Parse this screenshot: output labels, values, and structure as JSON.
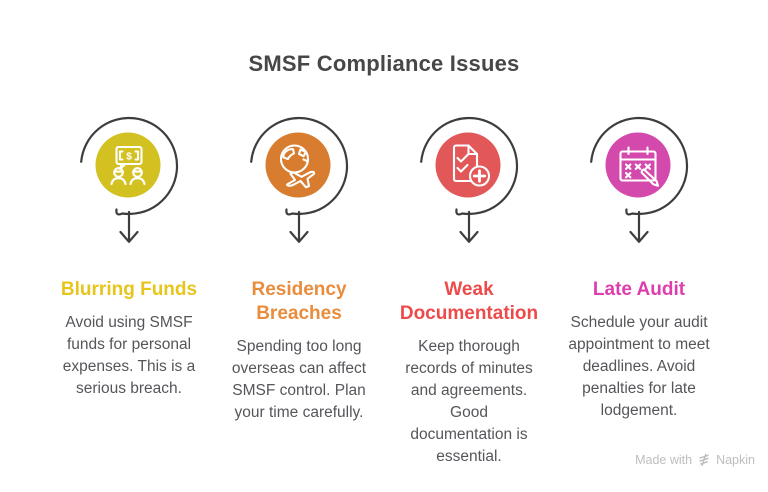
{
  "title": "SMSF Compliance Issues",
  "colors": {
    "arc": "#3d3d3d",
    "title_text": "#474747",
    "body_text": "#55565a",
    "watermark_text": "#bdbdbd"
  },
  "items": [
    {
      "title": "Blurring Funds",
      "title_color": "#e8c51c",
      "circle_color": "#d2c120",
      "icon": "money-conversation-icon",
      "description": "Avoid using SMSF\nfunds for personal\nexpenses. This is a\nserious breach.",
      "dollar_glyph": "$"
    },
    {
      "title": "Residency\nBreaches",
      "title_color": "#e98c3c",
      "circle_color": "#d87d2f",
      "icon": "overseas-travel-icon",
      "description": "Spending too long\noverseas can affect\nSMSF control. Plan\nyour time carefully."
    },
    {
      "title": "Weak\nDocumentation",
      "title_color": "#ed4b4b",
      "circle_color": "#e25858",
      "icon": "document-checklist-icon",
      "description": "Keep thorough\nrecords of minutes\nand agreements.\nGood\ndocumentation is\nessential."
    },
    {
      "title": "Late Audit",
      "title_color": "#de3dae",
      "circle_color": "#d449ac",
      "icon": "audit-calendar-icon",
      "description": "Schedule your audit\nappointment to meet\ndeadlines. Avoid\npenalties for late\nlodgement."
    }
  ],
  "watermark": {
    "prefix": "Made with",
    "brand": "Napkin"
  }
}
